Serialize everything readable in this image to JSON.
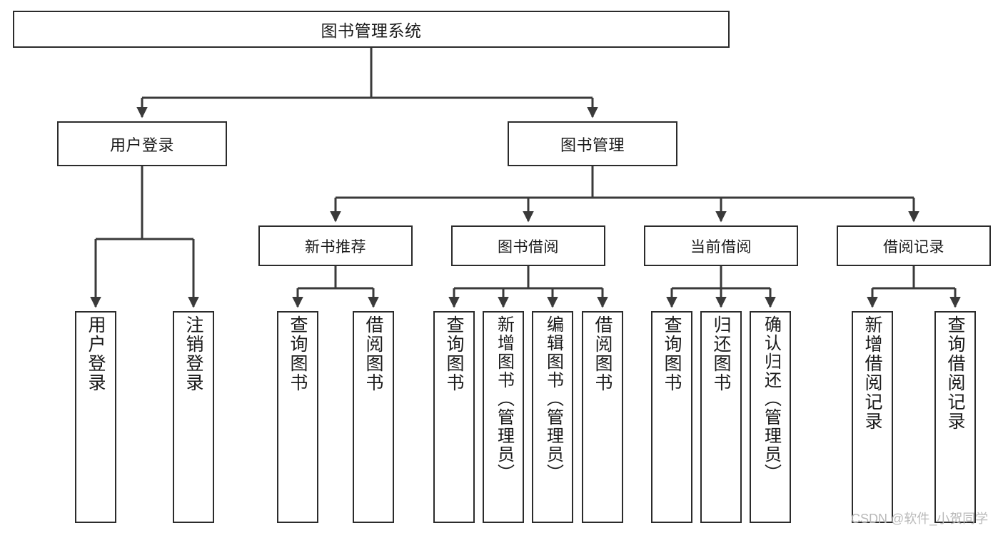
{
  "diagram": {
    "type": "tree-hierarchy",
    "title": "图书管理系统",
    "watermark": "CSDN @软件_小贺同学",
    "colors": {
      "box_border": "#2b2b2b",
      "box_fill": "#ffffff",
      "connector": "#3a3a3a",
      "text": "#1a1a1a",
      "watermark": "#b9b9b9"
    },
    "root": {
      "label": "图书管理系统"
    },
    "level2": [
      {
        "label": "用户登录"
      },
      {
        "label": "图书管理"
      }
    ],
    "level3": [
      {
        "label": "新书推荐"
      },
      {
        "label": "图书借阅"
      },
      {
        "label": "当前借阅"
      },
      {
        "label": "借阅记录"
      }
    ],
    "leaves": {
      "user_login": [
        {
          "label": "用户登录"
        },
        {
          "label": "注销登录"
        }
      ],
      "new_book": [
        {
          "label": "查询图书"
        },
        {
          "label": "借阅图书"
        }
      ],
      "book_borrow": [
        {
          "label": "查询图书"
        },
        {
          "label": "新增图书（管理员）"
        },
        {
          "label": "编辑图书（管理员）"
        },
        {
          "label": "借阅图书"
        }
      ],
      "current_borrow": [
        {
          "label": "查询图书"
        },
        {
          "label": "归还图书"
        },
        {
          "label": "确认归还（管理员）"
        }
      ],
      "borrow_record": [
        {
          "label": "新增借阅记录"
        },
        {
          "label": "查询借阅记录"
        }
      ]
    }
  }
}
